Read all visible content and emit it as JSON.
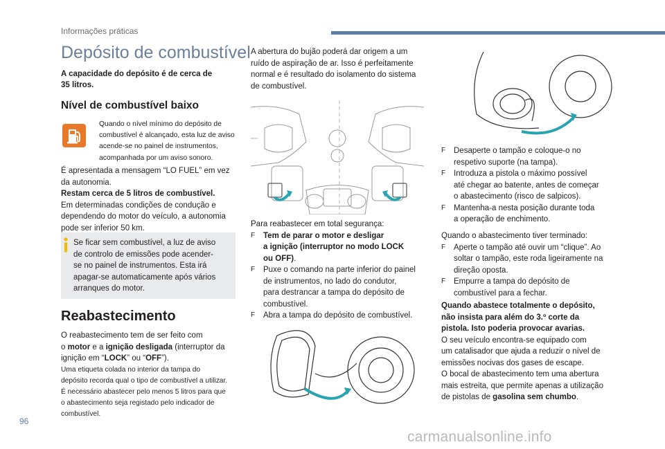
{
  "header": {
    "section": "Informações práticas",
    "page_number": "96"
  },
  "watermark": "carmanualsonline.info",
  "left": {
    "title": "Depósito de combustível",
    "capacity": [
      "A capacidade do depósito é de cerca de",
      "35 litros."
    ],
    "low_fuel_heading": "Nível de combustível baixo",
    "low_fuel_icon": "fuel-pump-icon",
    "low_fuel_icon_color": "#e8792a",
    "low_fuel_text": [
      "Quando o nível mínimo do depósito de",
      "combustível é alcançado, esta luz de aviso",
      "acende-se no painel de instrumentos,",
      "acompanhada por um aviso sonoro."
    ],
    "lofuel_lines": [
      "É apresentada a mensagem “LO FUEL” em vez",
      "da autonomia."
    ],
    "range_bold": "Restam cerca de 5 litros de combustível.",
    "range_lines": [
      "Em determinadas condições de condução e",
      "dependendo do motor do veículo, a autonomia",
      "pode ser inferior 50 km."
    ],
    "info_icon": "info-icon",
    "info_lines": [
      "Se ficar sem combustível, a luz de aviso",
      "de controlo de emissões pode acender-",
      "se no painel de instrumentos. Esta irá",
      "apagar-se automaticamente após vários",
      "arranques do motor."
    ],
    "refuel_heading": "Reabastecimento",
    "refuel_l1": "O reabastecimento tem de ser feito com",
    "refuel_l2_a": "o ",
    "refuel_l2_b": "motor",
    "refuel_l2_c": " e a ",
    "refuel_l2_d": "ignição desligada",
    "refuel_l2_e": " (interruptor da",
    "refuel_l3_a": "ignição em “",
    "refuel_l3_b": "LOCK",
    "refuel_l3_c": "” ou “",
    "refuel_l3_d": "OFF",
    "refuel_l3_e": "”).",
    "label_lines": [
      "Uma etiqueta colada no interior da tampa do",
      "depósito recorda qual o tipo de combustível a utilizar.",
      "É necessário abastecer pelo menos 5 litros para que",
      "o abastecimento seja registado pelo indicador de",
      "combustível."
    ]
  },
  "middle": {
    "intro_lines": [
      "A abertura do bujão poderá dar origem a um",
      "ruído de aspiração de ar. Isso é perfeitamente",
      "normal e é resultado do isolamento do sistema",
      "de combustível."
    ],
    "safety": "Para reabastecer em total segurança:",
    "bullet_glyph": "F",
    "steps": [
      {
        "bold": true,
        "lines": [
          "Tem de parar o motor e desligar",
          "a ignição (interruptor no modo LOCK",
          "ou OFF)"
        ],
        "suffix": "."
      },
      {
        "bold": false,
        "lines": [
          "Puxe o comando na parte inferior do painel",
          "de instrumentos, no lado do condutor,",
          "para destrancar a tampa do depósito de",
          "combustível."
        ]
      },
      {
        "bold": false,
        "lines": [
          "Abra a tampa do depósito de combustível."
        ]
      }
    ]
  },
  "right": {
    "steps": [
      [
        "Desaperte o tampão e coloque-o no",
        "respetivo suporte (na tampa)."
      ],
      [
        "Introduza a pistola o máximo possível",
        "até chegar ao batente, antes de começar",
        "o abastecimento (risco de salpicos)."
      ],
      [
        "Mantenha-a nesta posição durante toda",
        "a operação de enchimento."
      ]
    ],
    "finished": "Quando o abastecimento tiver terminado:",
    "finished_steps": [
      [
        "Aperte o tampão até ouvir um “clique”. Ao",
        "soltar o tampão, este roda ligeiramente na",
        "direção oposta."
      ],
      [
        "Empurre a tampa do depósito de",
        "combustível para a fechar."
      ]
    ],
    "warning_bold": [
      "Quando abastece totalmente o depósito,",
      "não insista para além do 3.º corte da",
      "pistola. Isto poderia provocar avarias."
    ],
    "catalyst_lines": [
      "O seu veículo encontra-se equipado com",
      "um catalisador que ajuda a reduzir o nível de",
      "emissões nocivas dos gases de escape.",
      "O bocal de abastecimento tem uma abertura",
      "mais estreita, que permite apenas a utilização"
    ],
    "unleaded_a": "de pistolas de ",
    "unleaded_b": "gasolina sem chumbo",
    "unleaded_c": "."
  },
  "colors": {
    "accent": "#5f7ea7",
    "arrow": "#2aa4b0",
    "info": "#f5b800"
  }
}
